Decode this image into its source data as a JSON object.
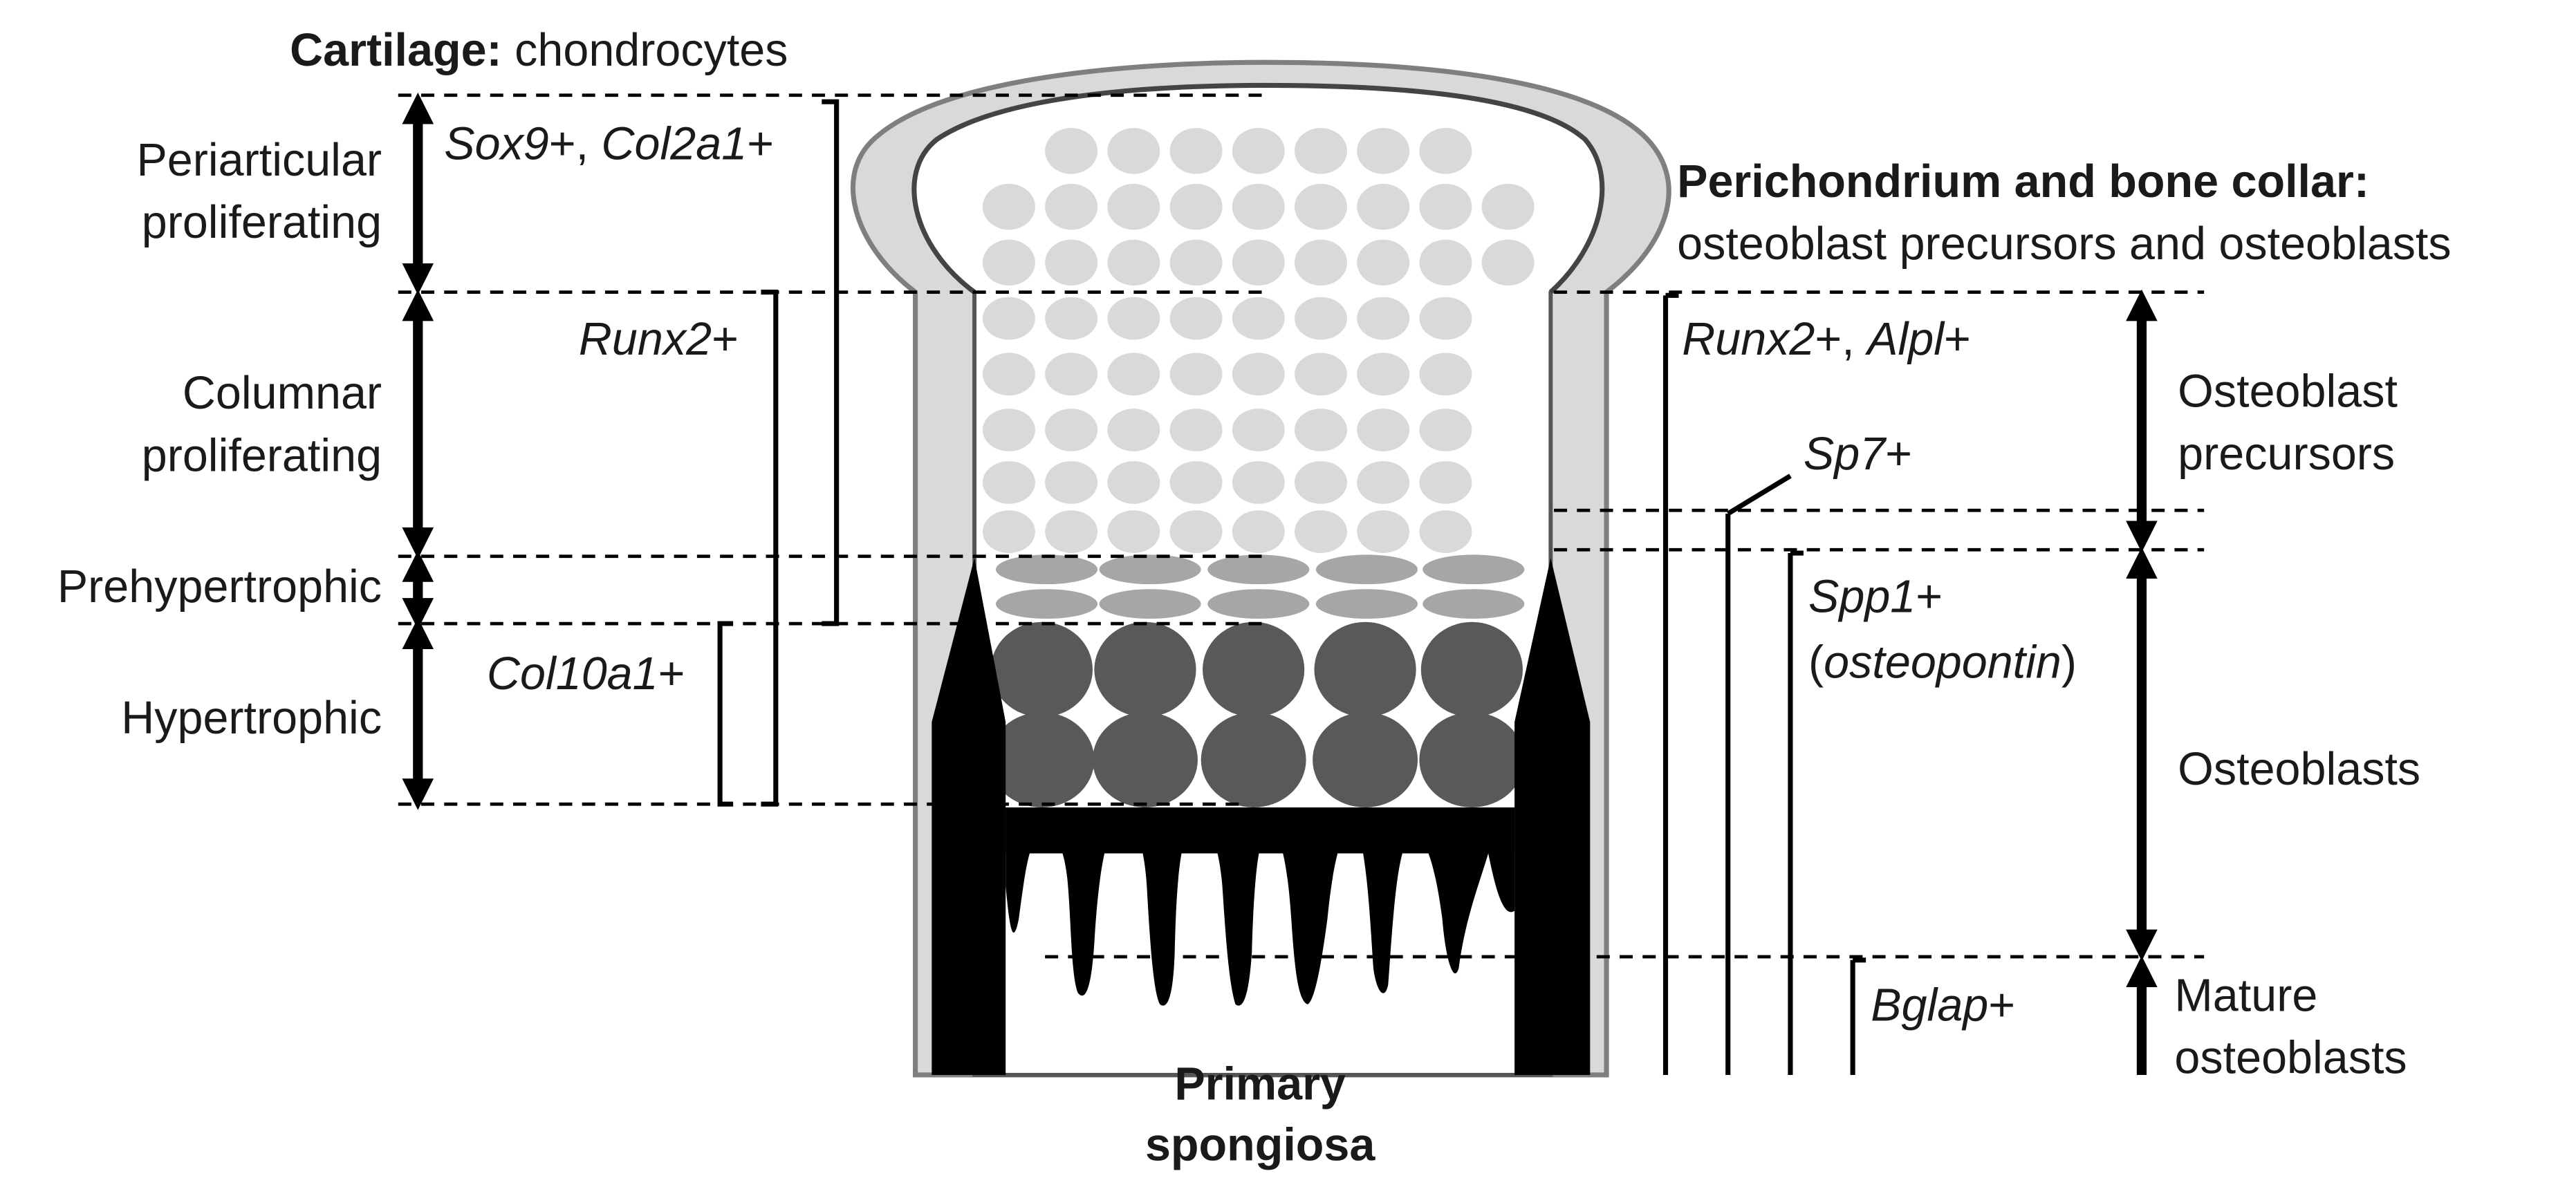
{
  "headers": {
    "cartilage_bold": "Cartilage:",
    "cartilage_rest": " chondrocytes",
    "perichondrium_bold": "Perichondrium and bone collar:",
    "perichondrium_rest": "osteoblast precursors and osteoblasts"
  },
  "zones": {
    "periarticular": [
      "Periarticular",
      "proliferating"
    ],
    "columnar": [
      "Columnar",
      "proliferating"
    ],
    "prehypertrophic": "Prehypertrophic",
    "hypertrophic": "Hypertrophic"
  },
  "chondro_markers": {
    "sox9": "Sox9",
    "sep_comma": "+, ",
    "col2a1": "Col2a1",
    "plus": "+",
    "runx2": "Runx2",
    "col10a1": "Col10a1"
  },
  "osteo_markers": {
    "runx2": "Runx2",
    "alpl": "Alpl",
    "sp7": "Sp7",
    "spp1": "Spp1",
    "osteopontin": "osteopontin",
    "bglap": "Bglap",
    "sep_comma": "+, ",
    "plus": "+",
    "open_paren": "(",
    "close_paren": ")"
  },
  "osteo_stages": {
    "precursors": [
      "Osteoblast",
      "precursors"
    ],
    "osteoblasts": "Osteoblasts",
    "mature": [
      "Mature",
      "osteoblasts"
    ]
  },
  "bottom_label": [
    "Primary",
    "spongiosa"
  ],
  "colors": {
    "cartilage_cap": "#d9d9d9",
    "resting_cells": "#d9d9d9",
    "prehypertrophic_cells": "#a6a6a6",
    "hypertrophic_cells": "#595959",
    "bone": "#000000",
    "outline": "#7f7f7f"
  }
}
